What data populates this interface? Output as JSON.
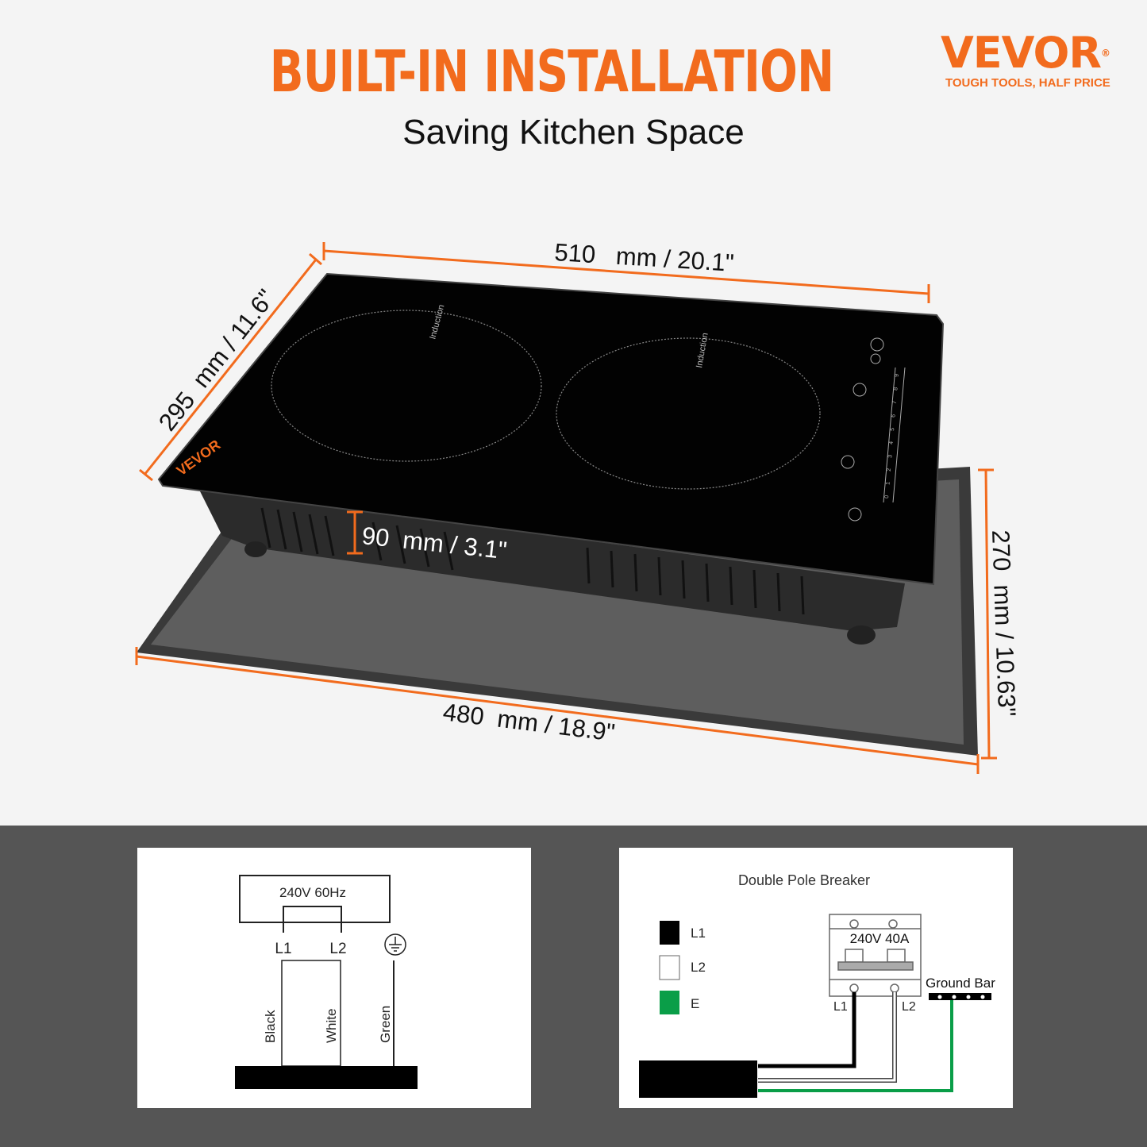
{
  "header": {
    "title": "BUILT-IN INSTALLATION",
    "subtitle": "Saving Kitchen Space"
  },
  "logo": {
    "brand": "VEVOR",
    "registered": "®",
    "tagline": "TOUGH TOOLS, HALF PRICE"
  },
  "product": {
    "burner_label": "Induction",
    "brand_mark": "VEVOR",
    "control_levels": [
      "0",
      "1",
      "2",
      "3",
      "4",
      "5",
      "6",
      "7",
      "8",
      "9"
    ]
  },
  "dimensions": {
    "width_top": "510   mm / 20.1\"",
    "depth": "295  mm / 11.6\"",
    "height": "90  mm / 3.1\"",
    "cutout_width": "480  mm / 18.9\"",
    "cutout_depth": "270  mm / 10.63\""
  },
  "wiring_left": {
    "supply": "240V 60Hz",
    "terminals": [
      "L1",
      "L2"
    ],
    "wires": [
      "Black",
      "White",
      "Green"
    ],
    "ground_icon": "ground-symbol-icon"
  },
  "wiring_right": {
    "title": "Double Pole Breaker",
    "legend": [
      {
        "label": "L1",
        "color": "#000000"
      },
      {
        "label": "L2",
        "color": "#ffffff"
      },
      {
        "label": "E",
        "color": "#0a9e48"
      }
    ],
    "breaker_rating": "240V 40A",
    "breaker_terminals": [
      "L1",
      "L2"
    ],
    "ground_bar": "Ground Bar"
  },
  "colors": {
    "accent": "#f26b1d",
    "background": "#f4f4f4",
    "footer_bg": "#555555",
    "ground_wire": "#0a9e48"
  }
}
